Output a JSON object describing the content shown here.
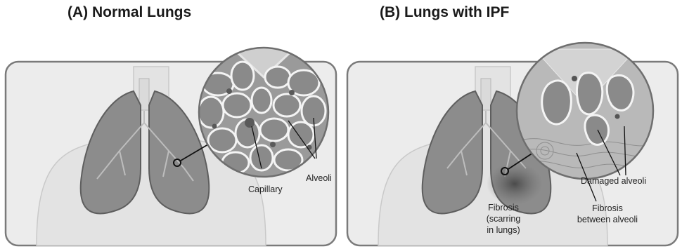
{
  "panel_a": {
    "title": "(A) Normal Lungs",
    "labels": {
      "alveoli": "Alveoli",
      "capillary": "Capillary"
    }
  },
  "panel_b": {
    "title": "(B) Lungs with IPF",
    "labels": {
      "damaged_alveoli": "Damaged alveoli",
      "fibrosis_lungs": [
        "Fibrosis",
        "(scarring",
        "in lungs)"
      ],
      "fibrosis_between": [
        "Fibrosis",
        "between alveoli"
      ]
    }
  },
  "colors": {
    "background": "#ffffff",
    "box_fill": "#ececec",
    "box_border": "#7a7a7a",
    "body_fill": "#e3e3e3",
    "lung_fill": "#8c8c8c",
    "lung_edge": "#5e5e5e",
    "alveolus_fill": "#8a8a8a",
    "alveolus_wall": "#f4f4f4",
    "capillary_fill": "#5a5a5a",
    "fibrosis_fill": "#b9b9b9"
  }
}
